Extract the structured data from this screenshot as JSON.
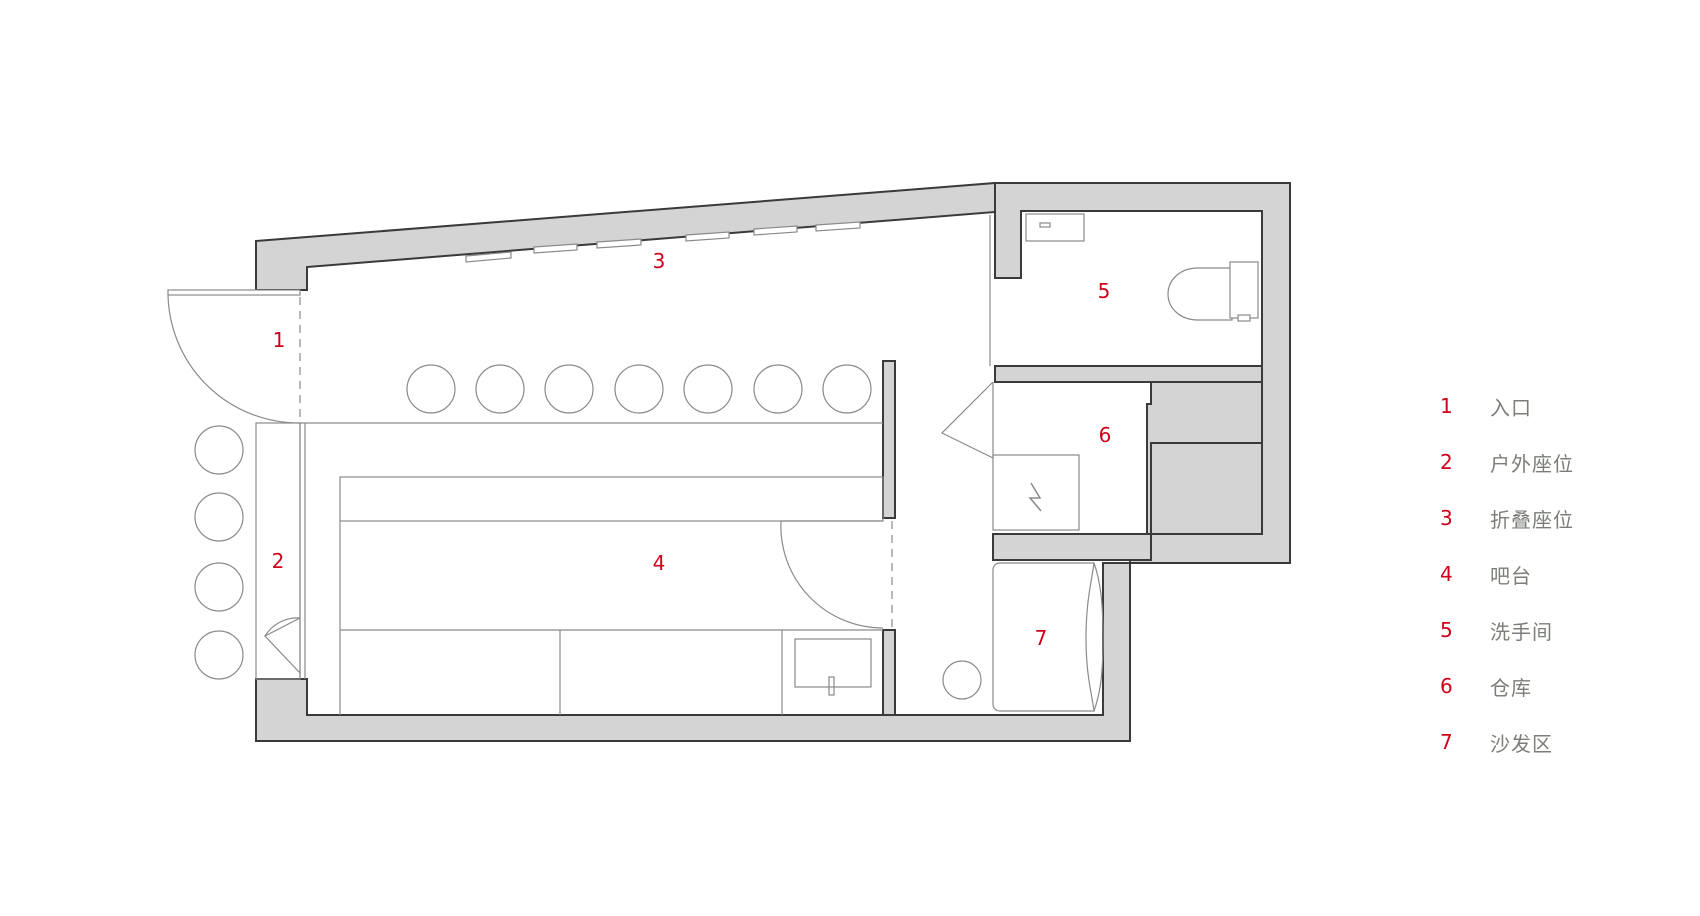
{
  "plan": {
    "zone_labels": [
      "1",
      "2",
      "3",
      "4",
      "5",
      "6",
      "7"
    ]
  },
  "legend": [
    {
      "num": "1",
      "label": "入口"
    },
    {
      "num": "2",
      "label": "户外座位"
    },
    {
      "num": "3",
      "label": "折叠座位"
    },
    {
      "num": "4",
      "label": "吧台"
    },
    {
      "num": "5",
      "label": "洗手间"
    },
    {
      "num": "6",
      "label": "仓库"
    },
    {
      "num": "7",
      "label": "沙发区"
    }
  ],
  "colors": {
    "wall_fill": "#d4d4d4",
    "wall_outline": "#3a3a3a",
    "furniture_line": "#8a8a8a",
    "label_red": "#d0021b",
    "legend_text": "#7a7f78"
  }
}
